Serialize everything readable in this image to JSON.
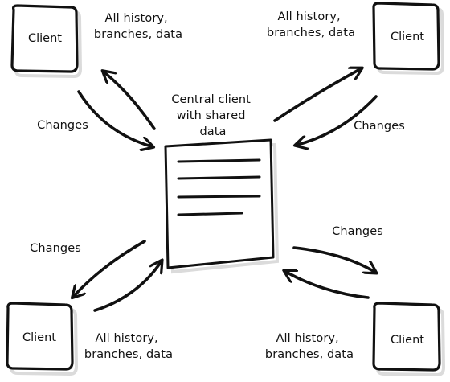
{
  "central": {
    "label_lines": [
      "Central client",
      "with shared",
      "data"
    ]
  },
  "clients": [
    {
      "label": "Client",
      "info_lines": [
        "All history,",
        "branches, data"
      ],
      "changes": "Changes"
    },
    {
      "label": "Client",
      "info_lines": [
        "All history,",
        "branches, data"
      ],
      "changes": "Changes"
    },
    {
      "label": "Client",
      "info_lines": [
        "All history,",
        "branches, data"
      ],
      "changes": "Changes"
    },
    {
      "label": "Client",
      "info_lines": [
        "All history,",
        "branches, data"
      ],
      "changes": "Changes"
    }
  ],
  "colors": {
    "ink": "#111111",
    "paper": "#ffffff"
  }
}
